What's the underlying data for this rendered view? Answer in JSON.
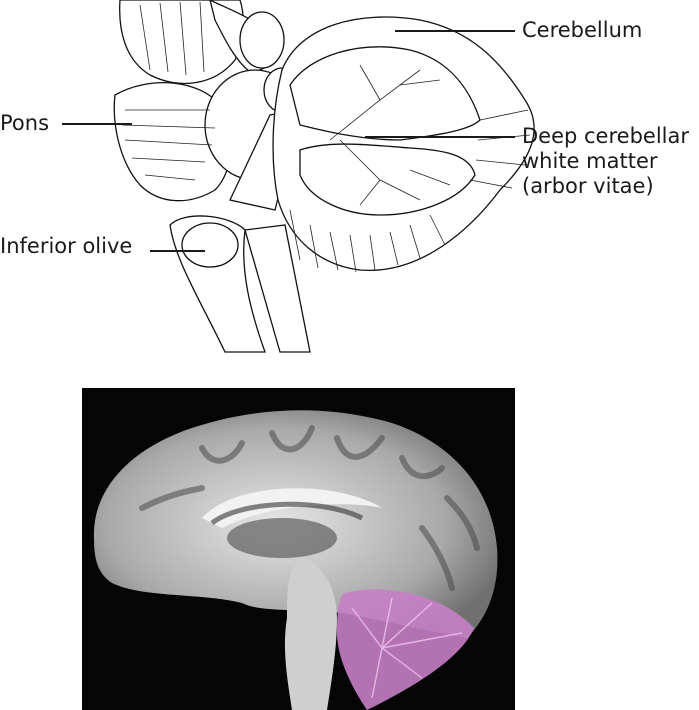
{
  "figure": {
    "top_panel": {
      "type": "line-drawing",
      "subject": "brainstem and cerebellum (sagittal section)",
      "labels": [
        {
          "id": "cerebellum",
          "text": "Cerebellum"
        },
        {
          "id": "pons",
          "text": "Pons"
        },
        {
          "id": "deep-white-matter",
          "lines": [
            "Deep cerebellar",
            "white matter",
            "(arbor vitae)"
          ]
        },
        {
          "id": "inferior-olive",
          "text": "Inferior olive"
        }
      ]
    },
    "bottom_panel": {
      "type": "MRI sagittal",
      "highlight_region": "cerebellum",
      "highlight_color": "#c77fc7",
      "background_color": "#050505"
    }
  }
}
